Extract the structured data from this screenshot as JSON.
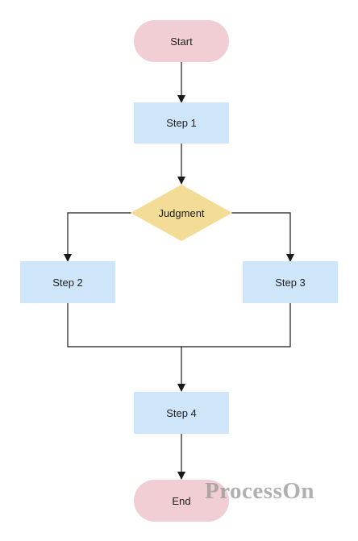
{
  "nodes": {
    "start": "Start",
    "step1": "Step 1",
    "judgment": "Judgment",
    "step2": "Step 2",
    "step3": "Step 3",
    "step4": "Step 4",
    "end": "End"
  },
  "watermark": "ProcessOn",
  "colors": {
    "terminal_fill": "#f1cdd4",
    "process_fill": "#cfe5f9",
    "decision_fill": "#f2dc96",
    "connector": "#1a1a1a"
  }
}
